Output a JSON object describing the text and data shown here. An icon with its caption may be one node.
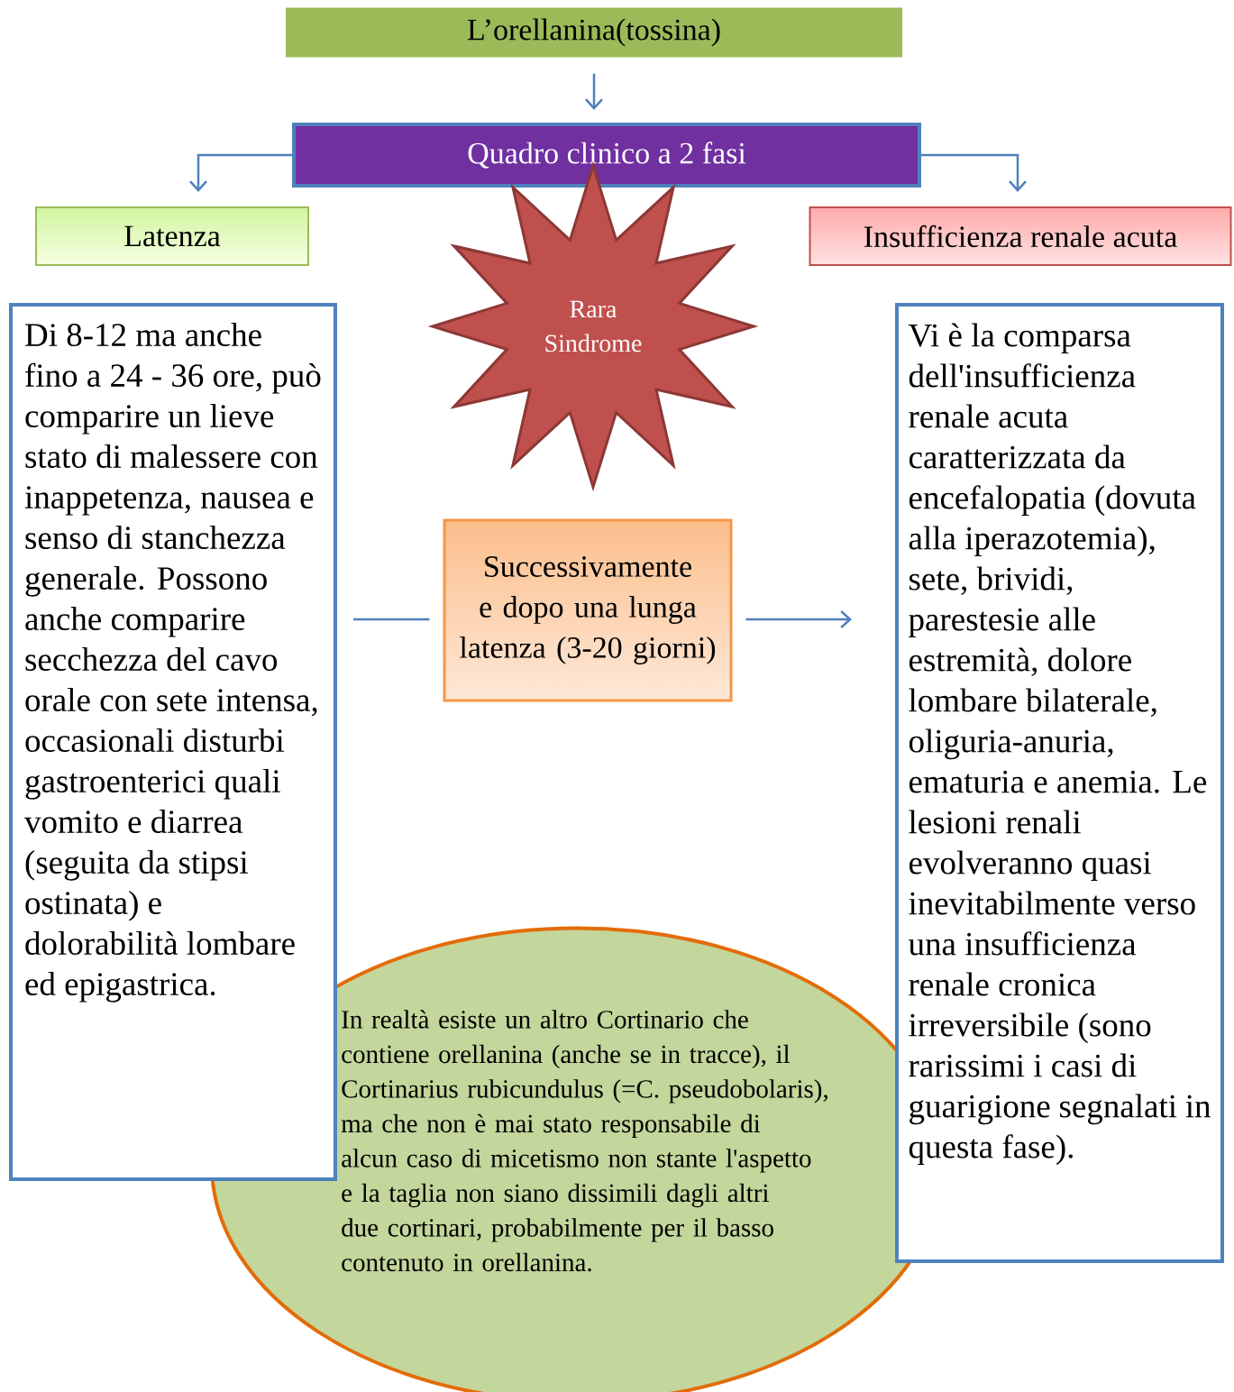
{
  "diagram": {
    "nodes": [
      {
        "text": [
          "L’orellanina(tossina)"
        ]
      },
      {
        "text": [
          "Quadro clinico a 2 fasi"
        ]
      },
      {
        "text": [
          "Latenza"
        ]
      },
      {
        "text": [
          "Insufficienza renale acuta"
        ]
      },
      {
        "text": [
          "Rara Sindrome"
        ]
      },
      {
        "text": [
          "Di 8-12 ma anche fino a 24 - 36 ore, può comparire un lieve stato di malessere con inappetenza, nausea e senso di stanchezza generale. Possono anche comparire secchezza del cavo orale con sete intensa, occasionali disturbi gastroenterici quali vomito e diarrea (seguita da stipsi ostinata) e dolorabilità lombare ed epigastrica."
        ]
      },
      {
        "text": [
          "Successivamente e dopo una lunga latenza (3-20 giorni)"
        ]
      },
      {
        "text": [
          "Vi è la comparsa dell'insufficienza renale acuta caratterizzata da encefalopatia (dovuta alla iperazotemia), sete, brividi, parestesie alle estremità, dolore lombare bilaterale, oliguria-anuria, ematuria e anemia. Le lesioni renali evolveranno quasi inevitabilmente verso una insufficienza renale cronica irreversibile (sono rarissimi i casi di guarigione segnalati in questa fase)."
        ]
      },
      {
        "text": [
          "In realtà esiste un altro Cortinario  che contiene orellanina (anche se in tracce), il Cortinarius rubicundulus (=C. pseudobolaris), ma che non è mai stato responsabile di alcun caso di micetismo non stante l'aspetto e la taglia non siano dissimili dagli altri  due cortinari, probabilmente per il basso contenuto in orellanina."
        ]
      }
    ],
    "edges": [
      {
        "from": 0,
        "to": 1,
        "arrow": "to"
      },
      {
        "from": 1,
        "to": 2,
        "arrow": "to"
      },
      {
        "from": 1,
        "to": 3,
        "arrow": "to"
      },
      {
        "from": 5,
        "to": 6,
        "arrow": "none"
      },
      {
        "from": 6,
        "to": 7,
        "arrow": "to"
      }
    ]
  }
}
